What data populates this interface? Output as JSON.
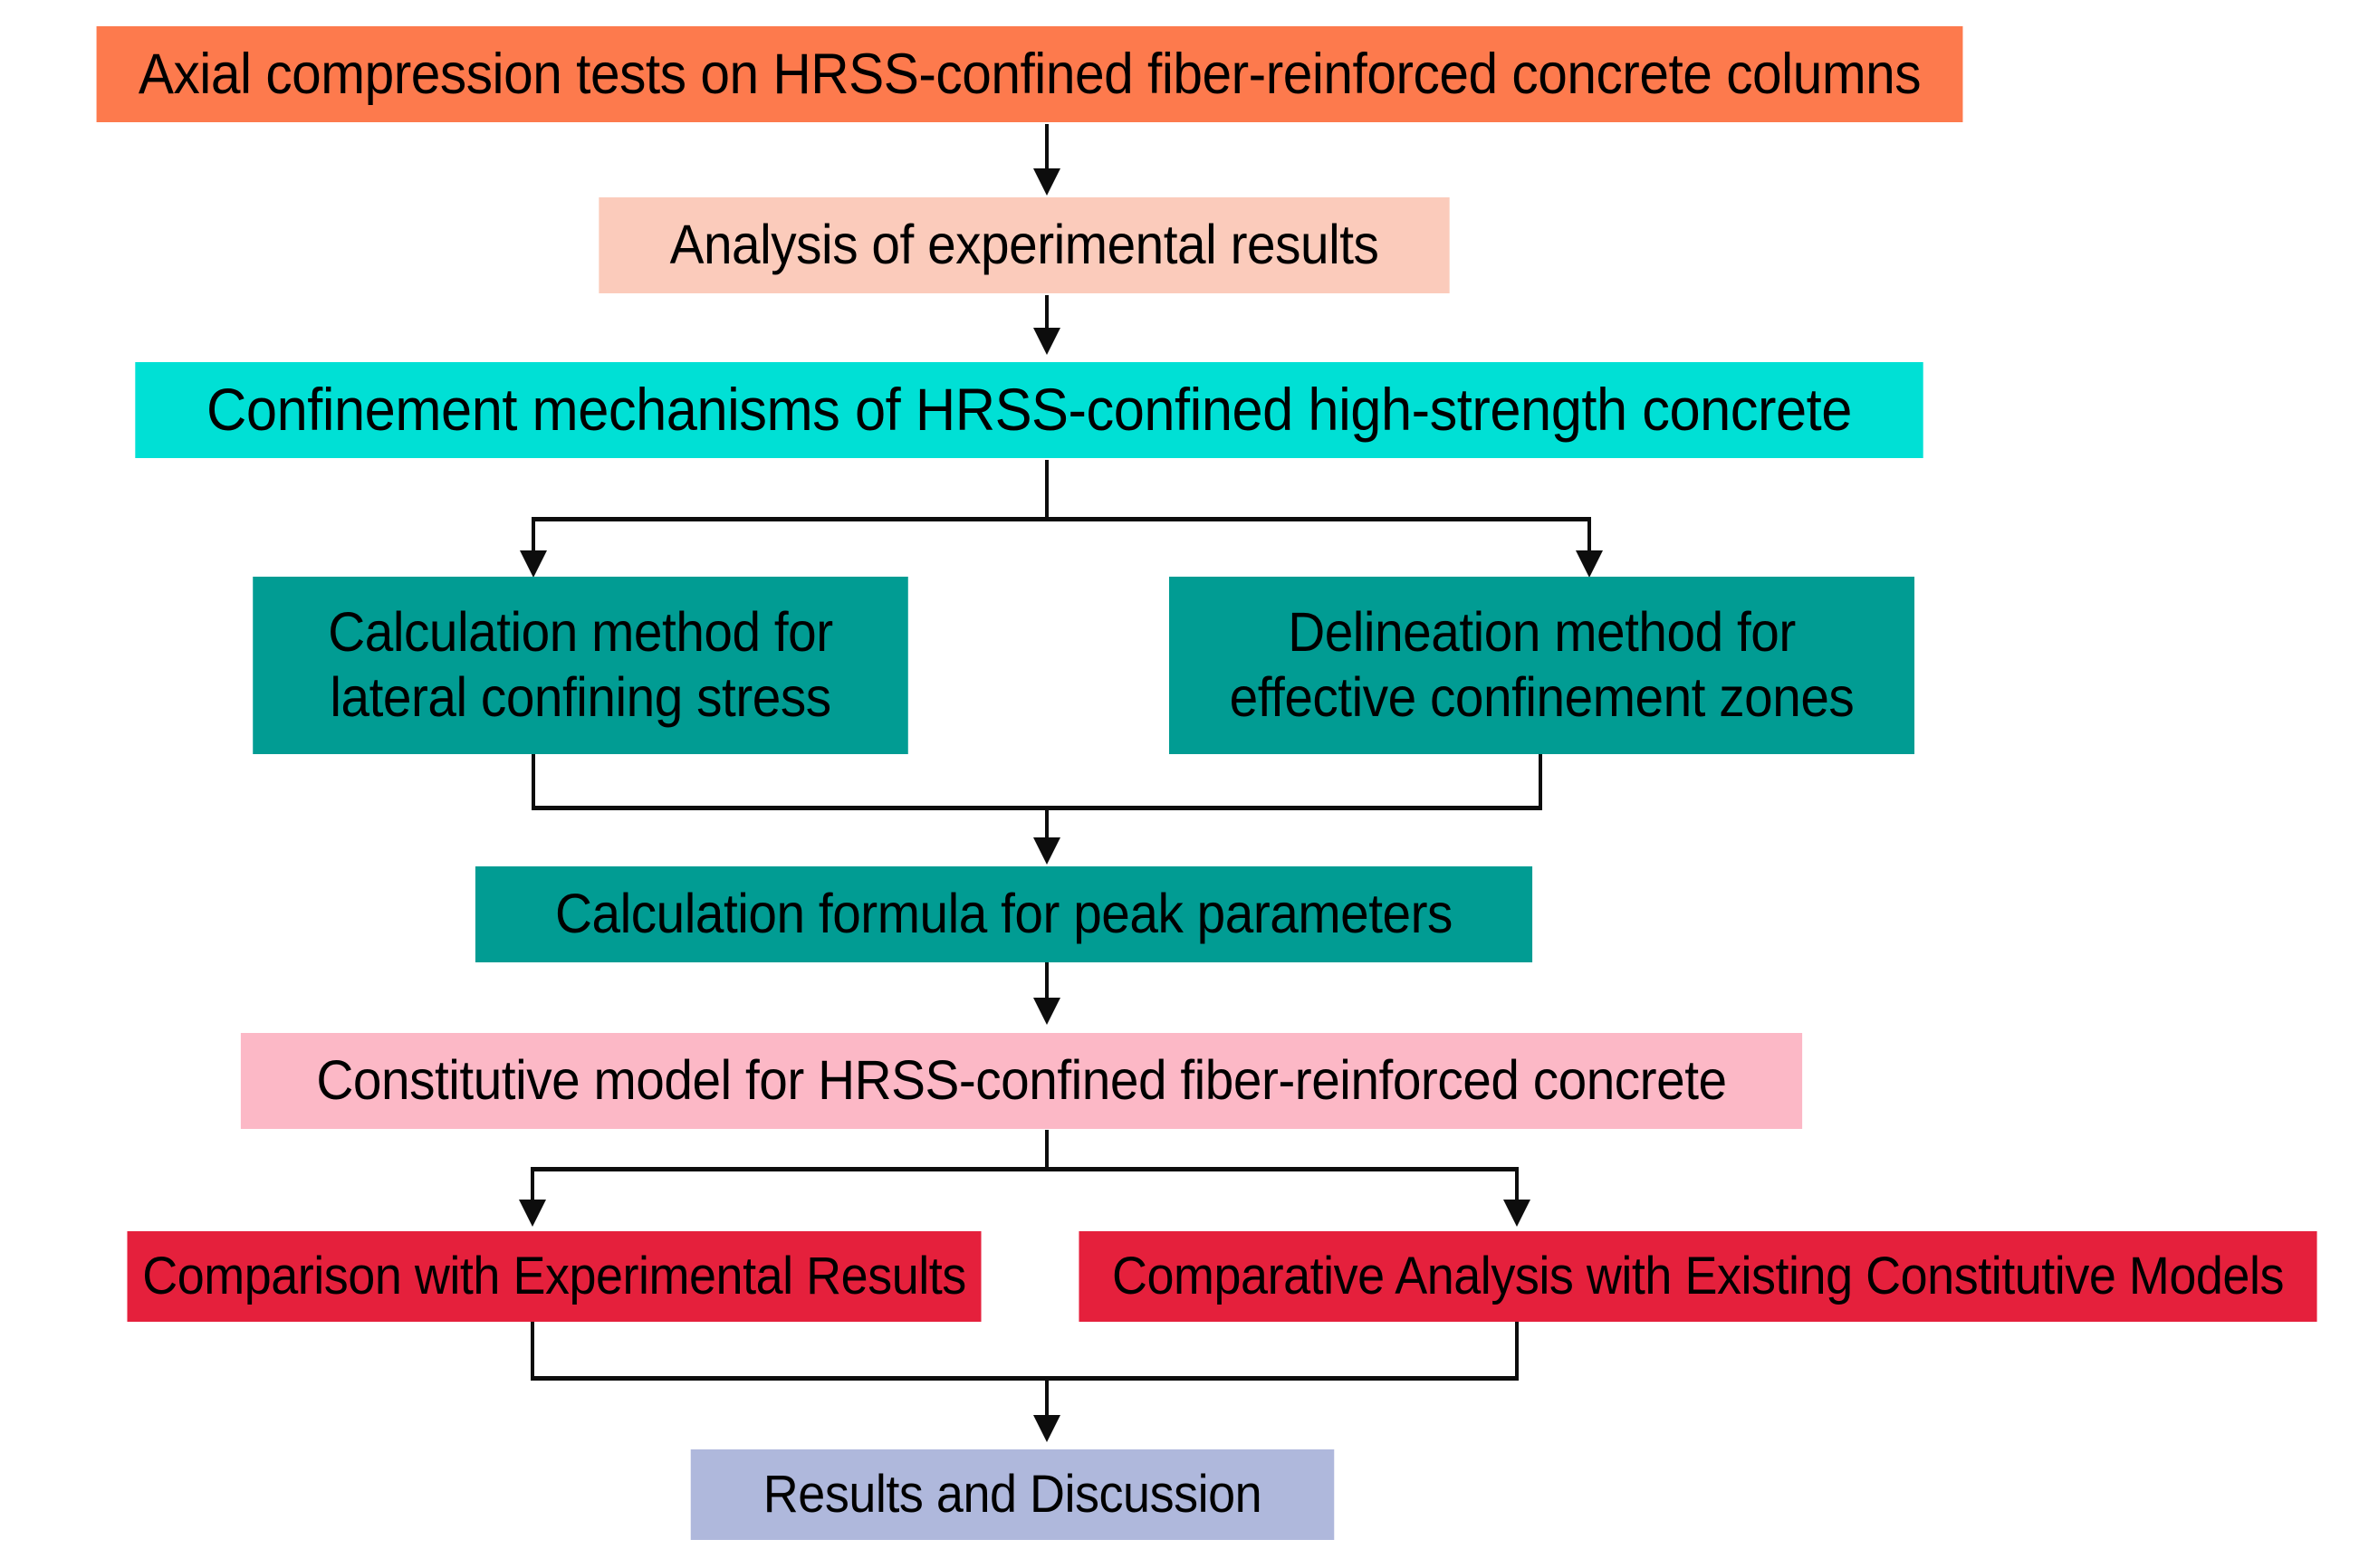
{
  "diagram": {
    "title": "Research flowchart for HRSS-confined fiber-reinforced concrete study",
    "background_color": "#ffffff",
    "connector_color": "#0d0d0d",
    "nodes": [
      {
        "id": "axial-tests",
        "label": "Axial compression tests on HRSS-confined fiber-reinforced concrete columns",
        "color": "#FD7murky"
      }
    ]
  },
  "boxes": {
    "axial_tests": {
      "text": "Axial compression tests on HRSS-confined fiber-reinforced concrete columns",
      "fill": "#FD7A4D"
    },
    "analysis_results": {
      "text": "Analysis of experimental results",
      "fill": "#FBCBBB"
    },
    "confinement_mechanisms": {
      "text": "Confinement mechanisms of HRSS-confined high-strength concrete",
      "fill": "#00E0D5"
    },
    "lateral_stress": {
      "line1": "Calculation method for",
      "line2": "lateral confining stress",
      "fill": "#019C93"
    },
    "effective_zones": {
      "line1": "Delineation method for",
      "line2": "effective confinement zones",
      "fill": "#019C93"
    },
    "peak_parameters": {
      "text": "Calculation formula for peak parameters",
      "fill": "#019C93"
    },
    "constitutive_model": {
      "text": "Constitutive model for HRSS-confined fiber-reinforced concrete",
      "fill": "#FCB8C6"
    },
    "comparison_experimental": {
      "text": "Comparison with Experimental Results",
      "fill": "#E5203C"
    },
    "comparative_analysis": {
      "text": "Comparative Analysis with Existing Constitutive Models",
      "fill": "#E5203C"
    },
    "results_discussion": {
      "text": "Results and Discussion",
      "fill": "#AFB8DC"
    }
  },
  "connectors": [
    {
      "name": "axial-to-analysis",
      "kind": "arrow-down"
    },
    {
      "name": "analysis-to-confinement",
      "kind": "arrow-down"
    },
    {
      "name": "confinement-split",
      "kind": "split-two"
    },
    {
      "name": "teal-merge-to-peak",
      "kind": "merge-two"
    },
    {
      "name": "peak-to-constitutive",
      "kind": "arrow-down"
    },
    {
      "name": "constitutive-split",
      "kind": "split-two"
    },
    {
      "name": "red-merge-to-results",
      "kind": "merge-two"
    }
  ]
}
